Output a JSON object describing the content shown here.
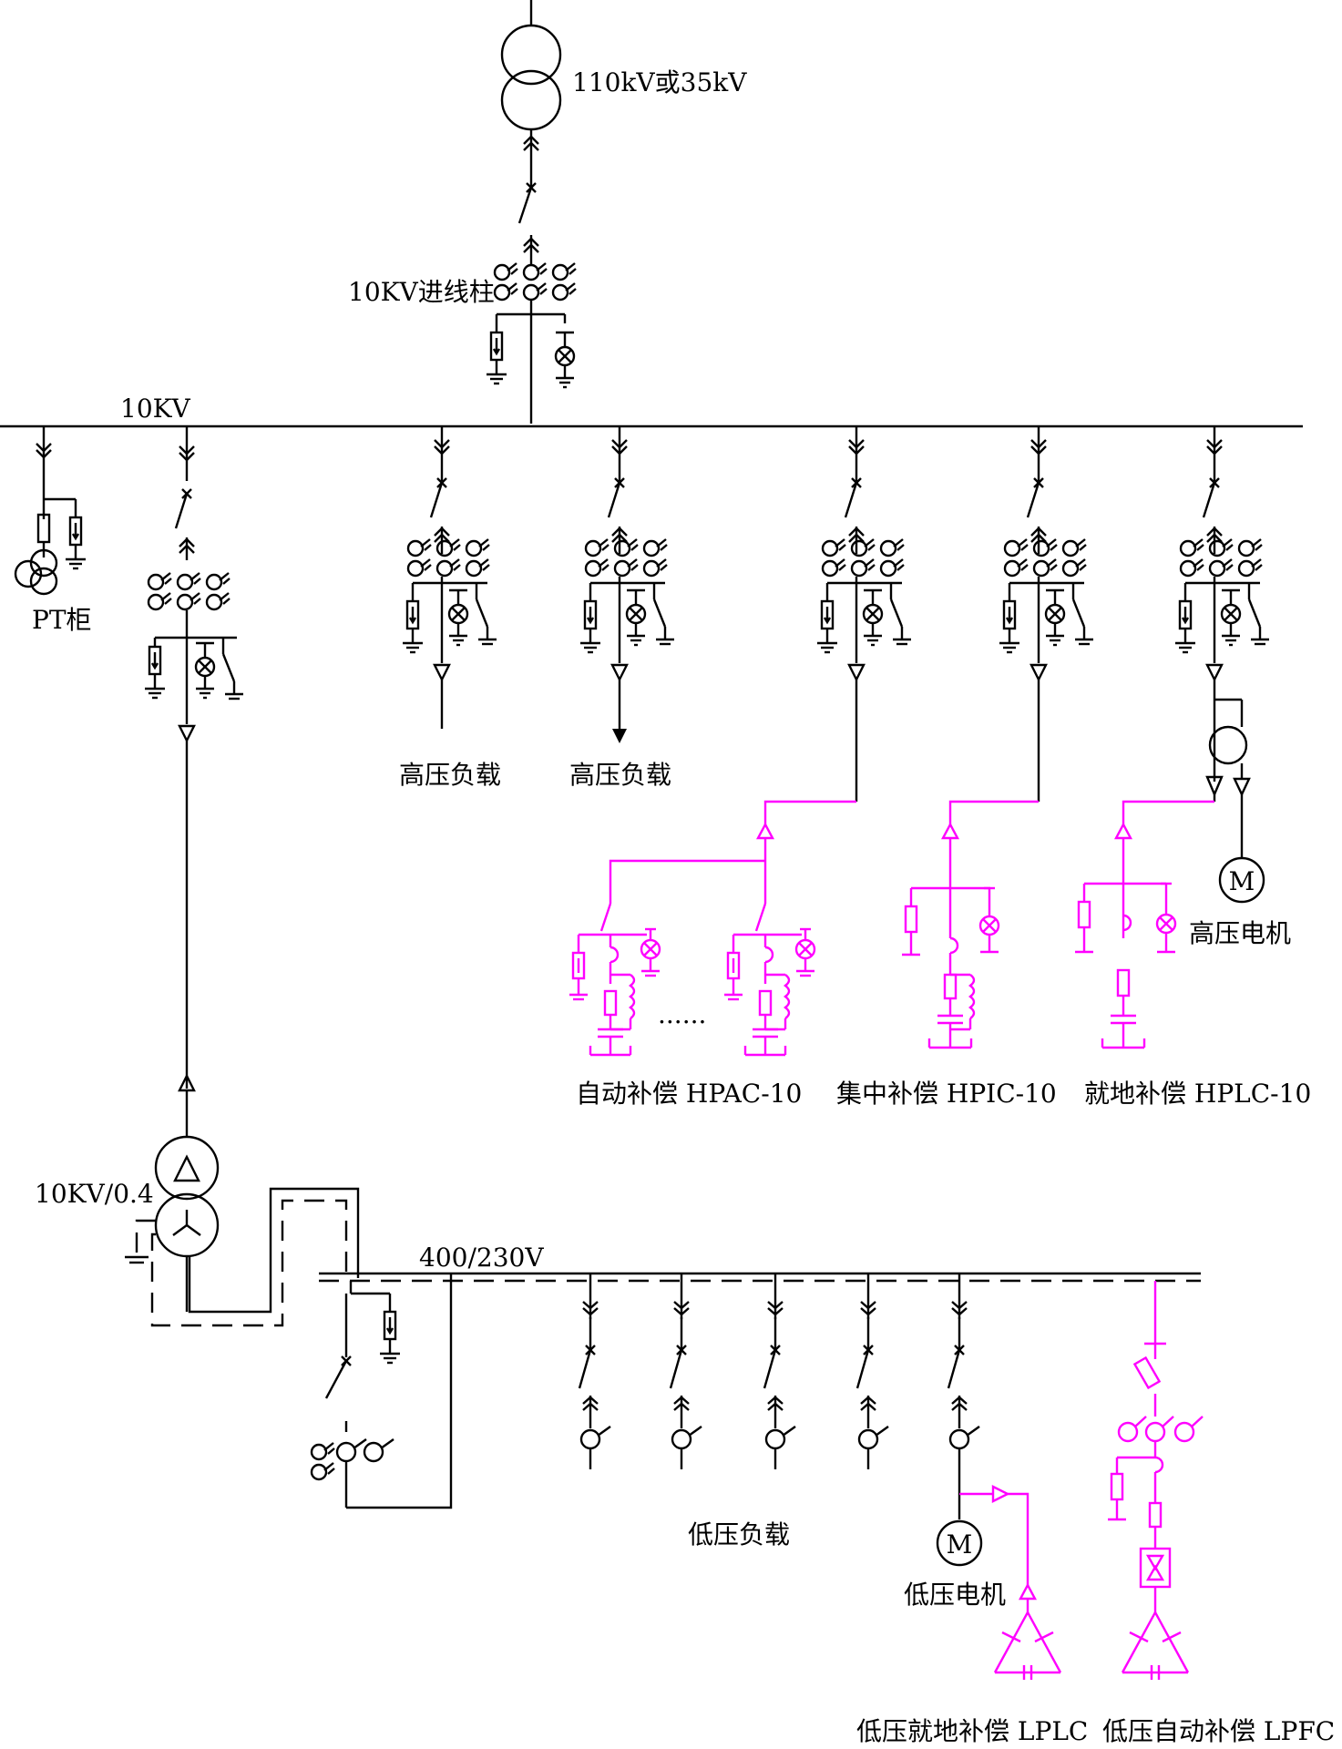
{
  "labels": {
    "source_voltage": "110kV或35kV",
    "incoming_cabinet": "10KV进线柱",
    "hv_bus": "10KV",
    "pt_cabinet": "PT柜",
    "hv_load_1": "高压负载",
    "hv_load_2": "高压负载",
    "hv_motor": "高压电机",
    "auto_comp": "自动补偿 HPAC-10",
    "central_comp": "集中补偿 HPIC-10",
    "local_comp": "就地补偿 HPLC-10",
    "dots": "......",
    "transformer_ratio": "10KV/0.4",
    "lv_bus": "400/230V",
    "lv_load": "低压负载",
    "lv_motor": "低压电机",
    "lv_local_comp": "低压就地补偿 LPLC",
    "lv_auto_comp": "低压自动补偿 LPFC",
    "motor_symbol_hv": "M",
    "motor_symbol_lv": "M"
  },
  "colors": {
    "primary_circuit": "#000000",
    "compensation_circuit": "#ff00ff",
    "background": "#ffffff"
  }
}
